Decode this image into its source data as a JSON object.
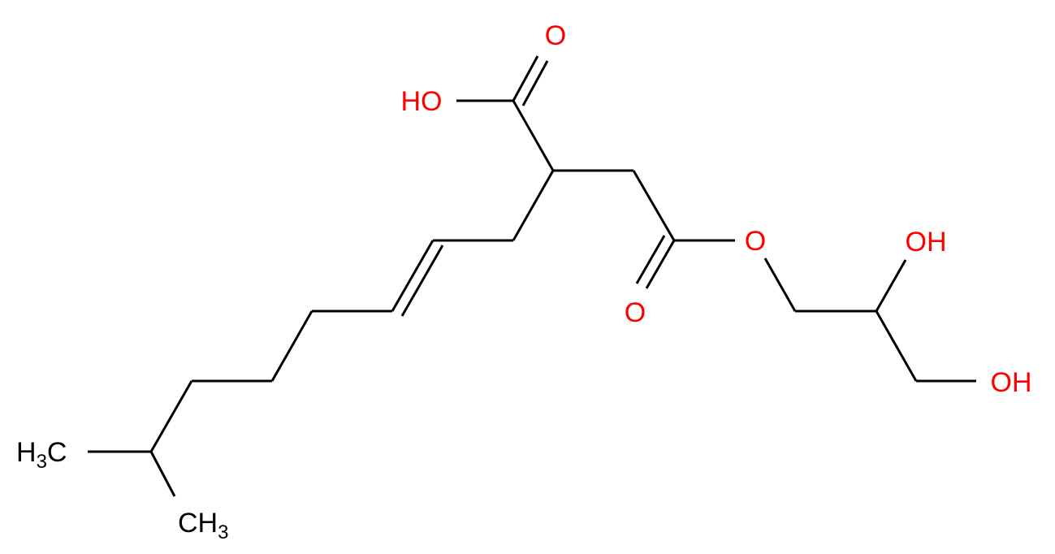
{
  "structure": {
    "colors": {
      "bond": "#000000",
      "carbon_label": "#000000",
      "oxygen_label": "#ff0000"
    },
    "atoms": {
      "carboxylic_acid_carbonyl_o": {
        "text": "O",
        "sub": "",
        "element": "O"
      },
      "carboxylic_acid_hydroxyl": {
        "text": "HO",
        "sub": "",
        "element": "O"
      },
      "ester_ether_o": {
        "text": "O",
        "sub": "",
        "element": "O"
      },
      "ester_carbonyl_o": {
        "text": "O",
        "sub": "",
        "element": "O"
      },
      "secondary_hydroxyl": {
        "text": "OH",
        "sub": "",
        "element": "O"
      },
      "primary_hydroxyl": {
        "text": "OH",
        "sub": "",
        "element": "O"
      },
      "methyl_left_h": {
        "text": "H",
        "sub": "3",
        "tail": "C",
        "element": "C"
      },
      "methyl_bottom_h": {
        "text": "CH",
        "sub": "3",
        "element": "C"
      }
    },
    "bond_count": 21,
    "double_bonds": [
      "C=O carboxylic acid",
      "C=O ester",
      "C=C alkene"
    ]
  }
}
